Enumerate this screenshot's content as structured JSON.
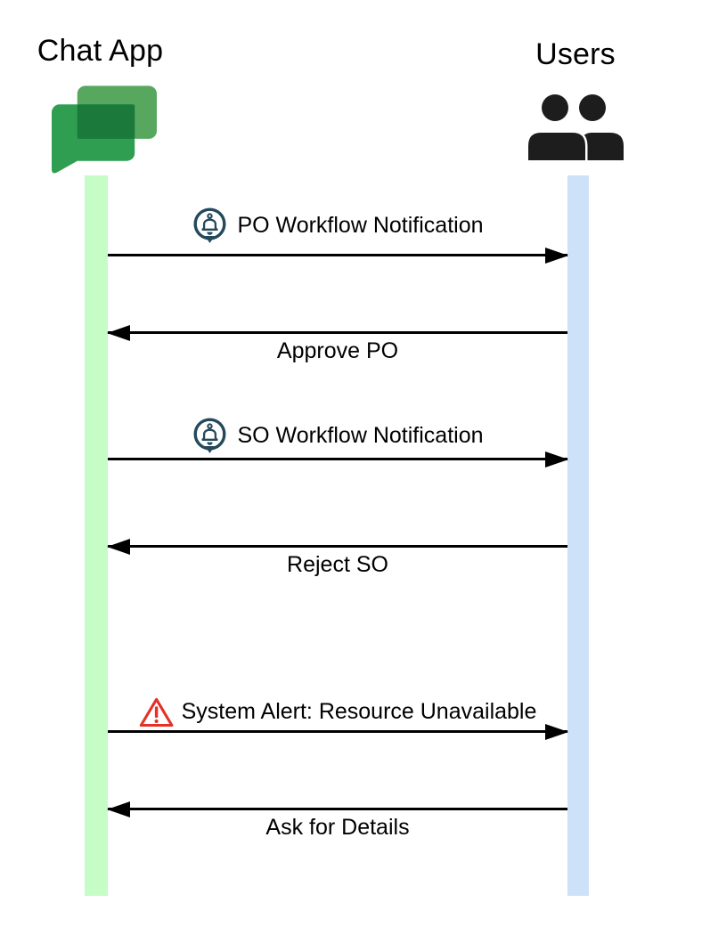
{
  "diagram": {
    "type": "sequence-diagram",
    "actors": [
      {
        "id": "chat-app",
        "name": "Chat App",
        "icon": "google-chat-icon",
        "lifeline_color": "#c6fcc6"
      },
      {
        "id": "users",
        "name": "Users",
        "icon": "people-icon",
        "lifeline_color": "#cde1f8"
      }
    ],
    "messages": [
      {
        "from": "Chat App",
        "to": "Users",
        "direction": "right",
        "icon": "notification-bell-icon",
        "label": "PO Workflow Notification"
      },
      {
        "from": "Users",
        "to": "Chat App",
        "direction": "left",
        "icon": null,
        "label": "Approve PO"
      },
      {
        "from": "Chat App",
        "to": "Users",
        "direction": "right",
        "icon": "notification-bell-icon",
        "label": "SO Workflow Notification"
      },
      {
        "from": "Users",
        "to": "Chat App",
        "direction": "left",
        "icon": null,
        "label": "Reject SO"
      },
      {
        "from": "Chat App",
        "to": "Users",
        "direction": "right",
        "icon": "warning-triangle-icon",
        "label": "System Alert: Resource Unavailable"
      },
      {
        "from": "Users",
        "to": "Chat App",
        "direction": "left",
        "icon": null,
        "label": "Ask for Details"
      }
    ],
    "colors": {
      "arrow": "#000000",
      "text": "#000000",
      "chat_lifeline": "#c6fcc6",
      "users_lifeline": "#cde1f8",
      "bell_icon": "#24495a",
      "warning_icon": "#e33127",
      "people_icon": "#1d1d1d",
      "chat_logo_back": "#58a75e",
      "chat_logo_front": "#2f9e50",
      "chat_logo_overlap": "#1b7a3b"
    }
  }
}
